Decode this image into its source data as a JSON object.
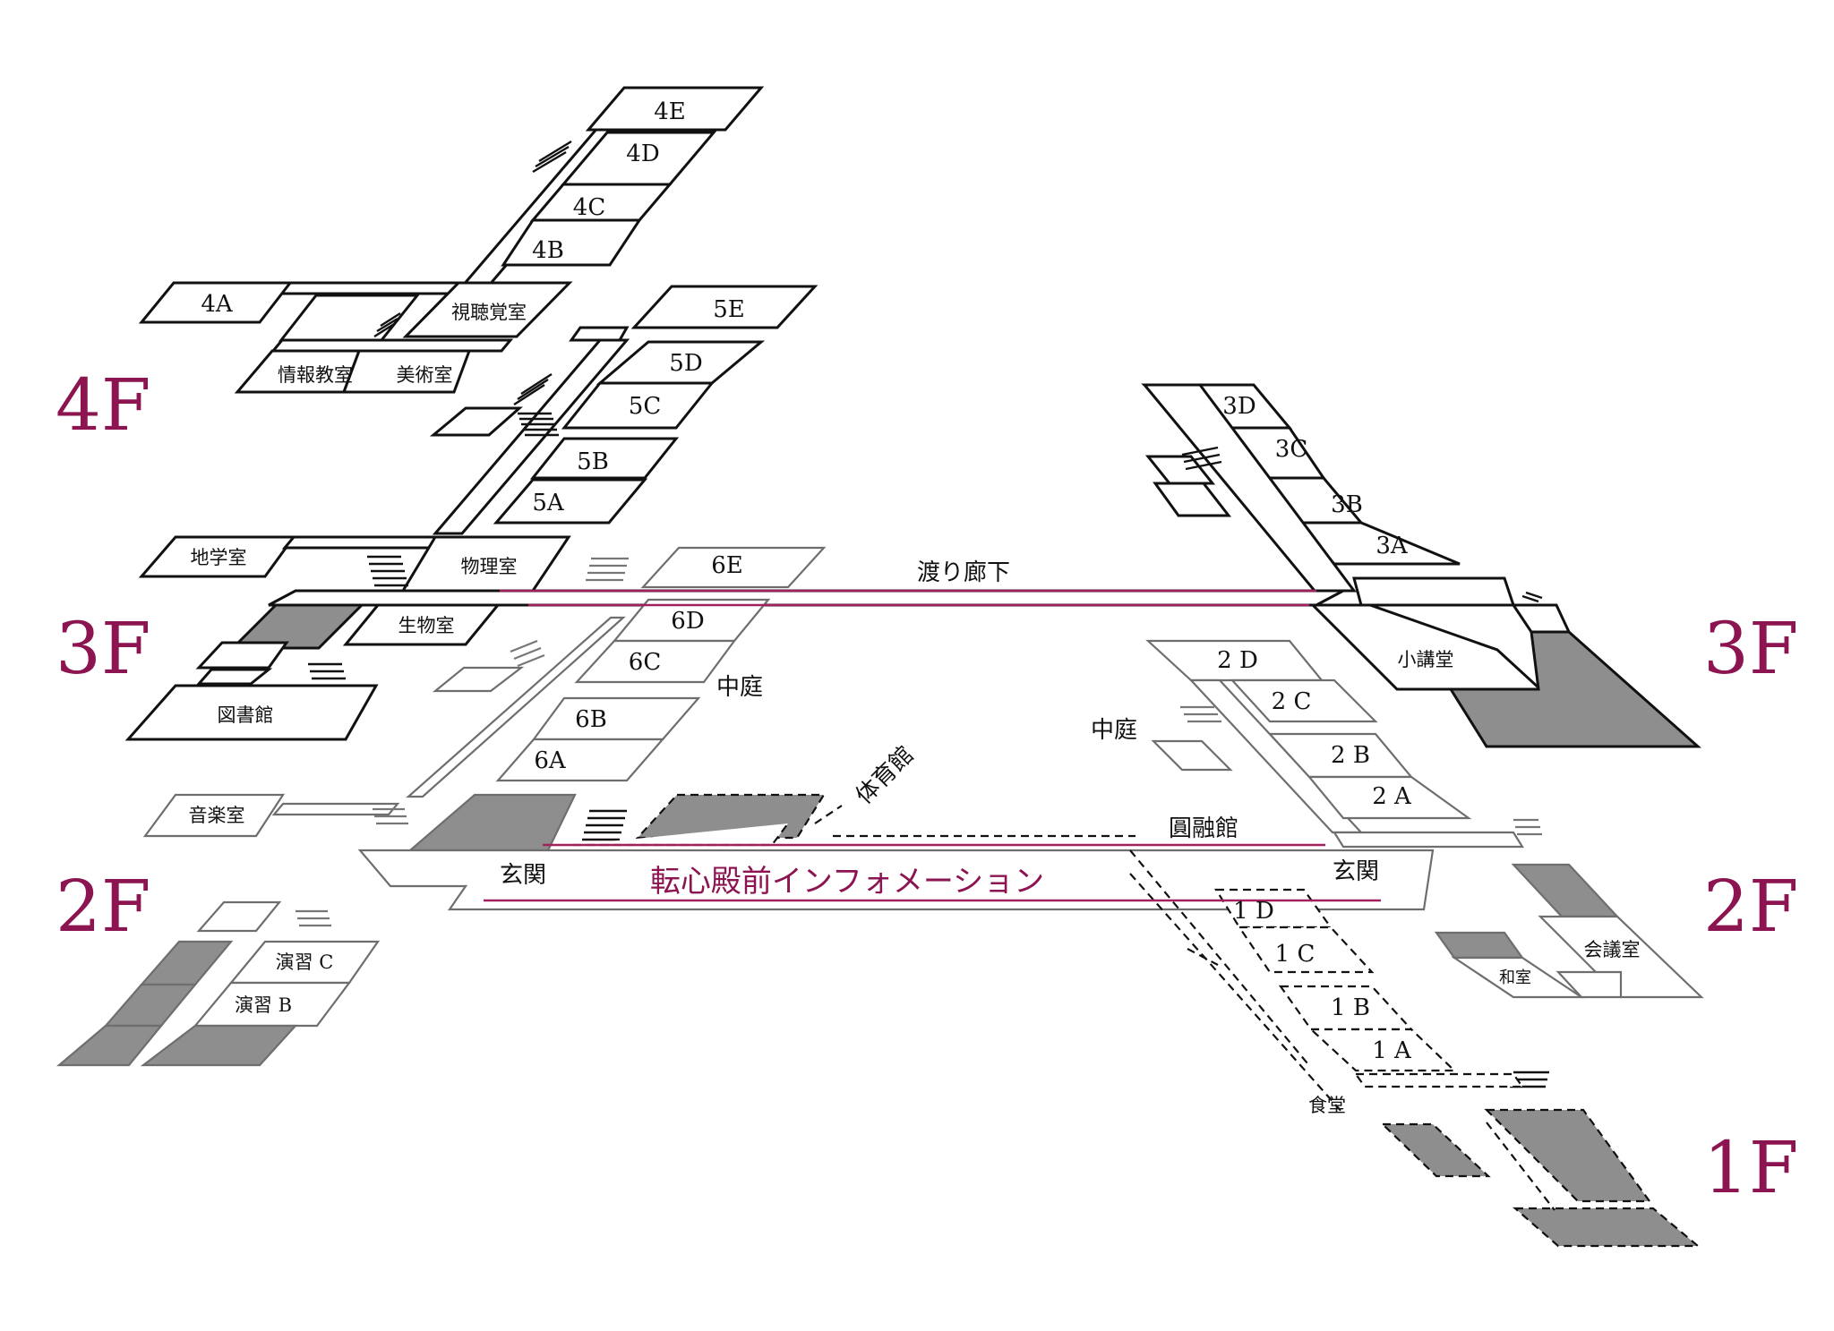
{
  "floors": {
    "f4": "4F",
    "f3_left": "3F",
    "f2_left": "2F",
    "f3_right": "3F",
    "f2_right": "2F",
    "f1_right": "1F"
  },
  "rooms": {
    "r4E": "4E",
    "r4D": "4D",
    "r4C": "4C",
    "r4B": "4B",
    "r4A": "4A",
    "shichokaku": "視聴覚室",
    "joho": "情報教室",
    "bijutsu": "美術室",
    "r5E": "5E",
    "r5D": "5D",
    "r5C": "5C",
    "r5B": "5B",
    "r5A": "5A",
    "chigaku": "地学室",
    "butsuri": "物理室",
    "r6E": "6E",
    "r6D": "6D",
    "r6C": "6C",
    "r6B": "6B",
    "r6A": "6A",
    "seibutsu": "生物室",
    "tosho": "図書館",
    "ongaku": "音楽室",
    "enshuC": "演習 C",
    "enshuB": "演習 B",
    "r3D": "3D",
    "r3C": "3C",
    "r3B": "3B",
    "r3A": "3A",
    "shokodo": "小講堂",
    "r2D": "2 D",
    "r2C": "2 C",
    "r2B": "2 B",
    "r2A": "2 A",
    "kaigi": "会議室",
    "washitsu": "和室",
    "r1D": "1 D",
    "r1C": "1 C",
    "r1B": "1 B",
    "r1A": "1 A",
    "shokudo": "食堂"
  },
  "areas": {
    "watari": "渡り廊下",
    "nakaniwa_left": "中庭",
    "nakaniwa_right": "中庭",
    "taiikukan": "体育館",
    "enyukan": "圓融館",
    "genkan_left": "玄関",
    "genkan_right": "玄関"
  },
  "information": {
    "label": "転心殿前インフォメーション",
    "color": "#8c1450"
  },
  "colors": {
    "upper_floor": "#111111",
    "second_floor": "#6e6e6e",
    "shaded_room": "#8e8e8e",
    "accent": "#8c1450"
  }
}
